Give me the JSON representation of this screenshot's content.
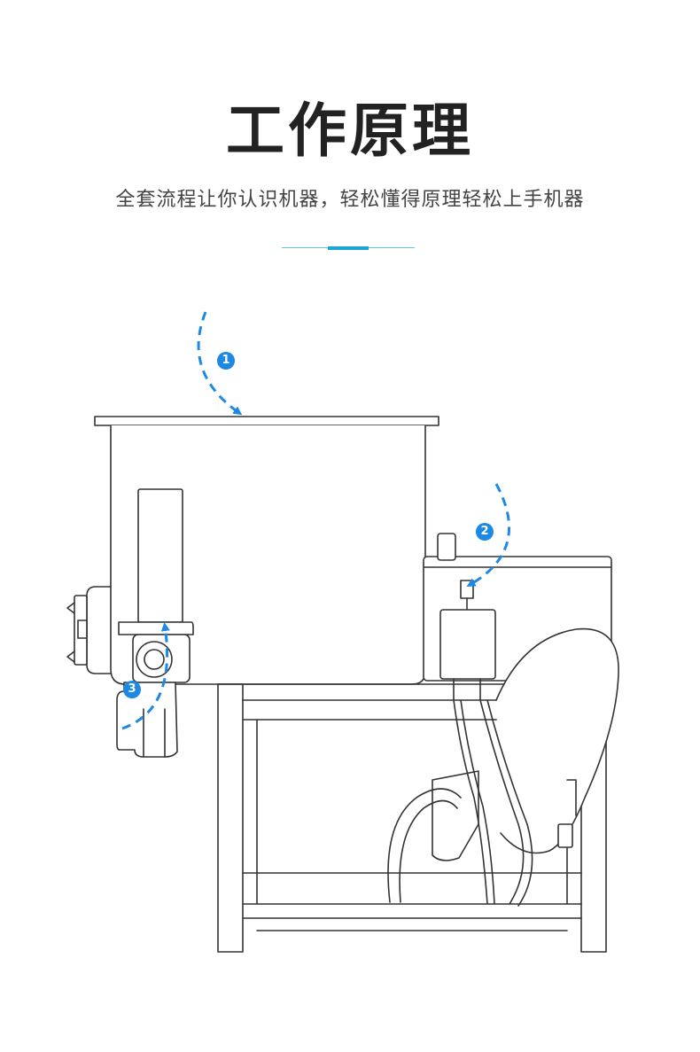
{
  "header": {
    "title": "工作原理",
    "subtitle": "全套流程让你认识机器，轻松懂得原理轻松上手机器"
  },
  "colors": {
    "accent": "#1e88e5",
    "divider_light": "#5cc8e6",
    "divider_dark": "#1ea5d8",
    "outline": "#333333"
  },
  "steps": [
    {
      "number": "1"
    },
    {
      "number": "2"
    },
    {
      "number": "3"
    }
  ]
}
